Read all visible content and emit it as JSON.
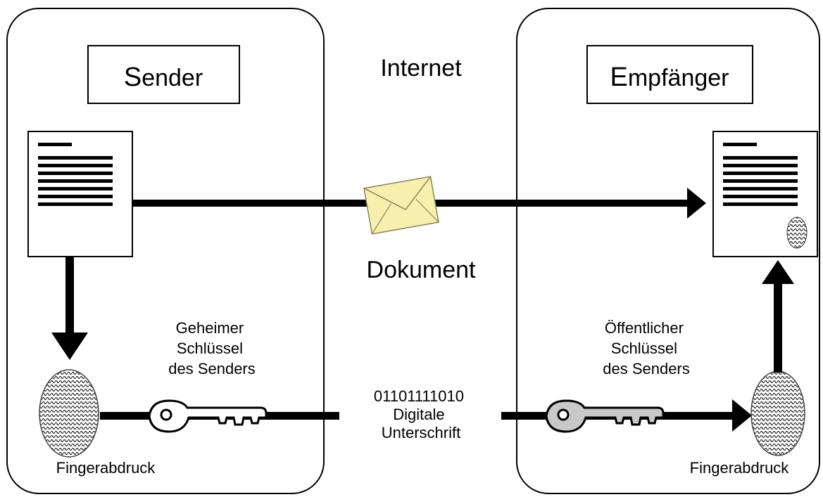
{
  "sender": {
    "title_initial": "S",
    "title_rest": "ender",
    "secret_key_label_lines": [
      "Geheimer",
      "Schlüssel",
      "des Senders"
    ],
    "fingerprint_label": "Fingerabdruck"
  },
  "receiver": {
    "title_initial": "E",
    "title_rest": "mpfänger",
    "public_key_label_lines": [
      "Öffentlicher",
      "Schlüssel",
      "des Senders"
    ],
    "fingerprint_label": "Fingerabdruck"
  },
  "center": {
    "internet_label": "Internet",
    "document_label": "Dokument",
    "signature_lines": [
      "01101111010",
      "Digitale",
      "Unterschrift"
    ]
  },
  "colors": {
    "envelope_fill": "#f7efae",
    "receiver_key_fill": "#c8c8c8",
    "sender_key_fill": "#ffffff",
    "stroke": "#000000"
  },
  "icons": [
    "document-icon",
    "envelope-icon",
    "key-icon",
    "fingerprint-icon"
  ]
}
